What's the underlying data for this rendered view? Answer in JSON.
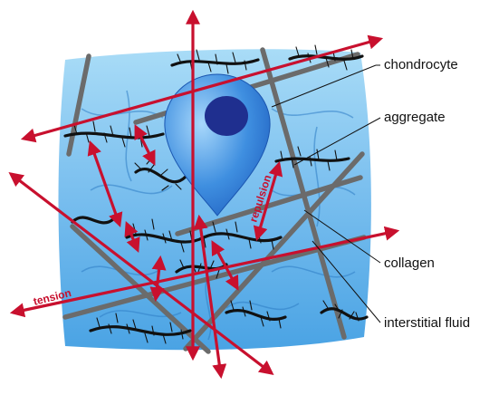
{
  "labels": {
    "chondrocyte": "chondrocyte",
    "aggregate": "aggregate",
    "collagen": "collagen",
    "interstitial_fluid": "interstitial fluid",
    "tension": "tension",
    "repulsion": "repulsion"
  },
  "colors": {
    "tissue_light": "#9fd6f5",
    "tissue_dark": "#3a9be0",
    "cell_light": "#8cc8f5",
    "cell_dark": "#1f6fd0",
    "nucleus": "#1f2f8f",
    "collagen": "#6d6d6d",
    "aggregate": "#111111",
    "arrow": "#c8102e"
  }
}
